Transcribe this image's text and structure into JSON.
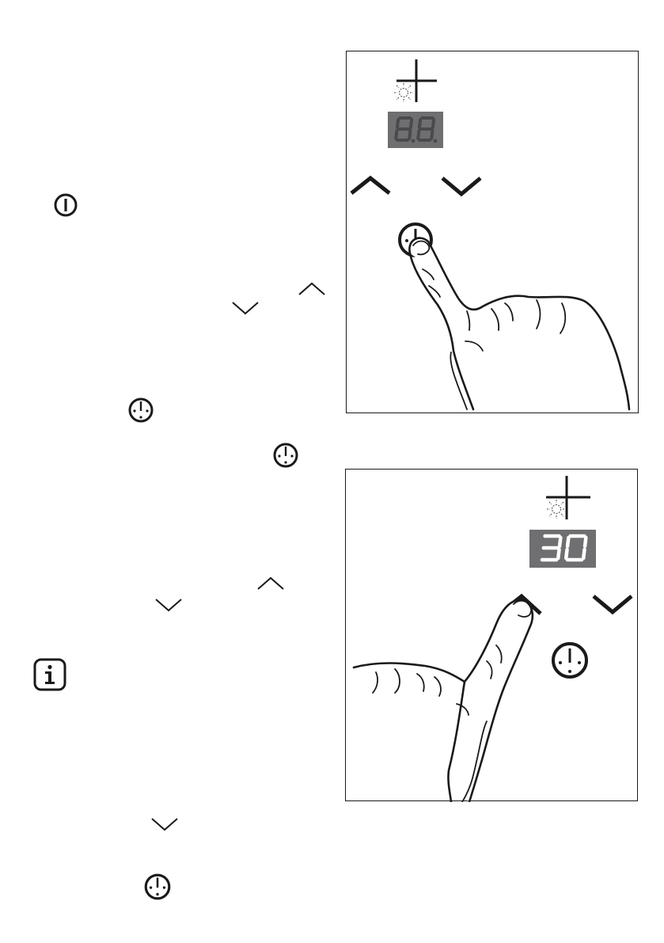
{
  "page": {
    "background": "#ffffff",
    "ink": "#1a1a1a"
  },
  "display": {
    "panel1_digits": [
      "8",
      "8"
    ],
    "panel1_dots": true,
    "panel1_digit_color": "#4a4a4c",
    "panel2_digits": [
      "3",
      "0"
    ],
    "panel2_digit_color": "#ffffff",
    "display_bg": "#6f6f71"
  },
  "icons": {
    "power": "power-icon",
    "up": "chevron-up-icon",
    "down": "chevron-down-icon",
    "timer": "timer-icon",
    "info": "info-icon",
    "cooking_zone": "cooking-zone-plus-icon",
    "heat": "residual-heat-sun-icon",
    "finger": "pointing-hand-icon"
  }
}
